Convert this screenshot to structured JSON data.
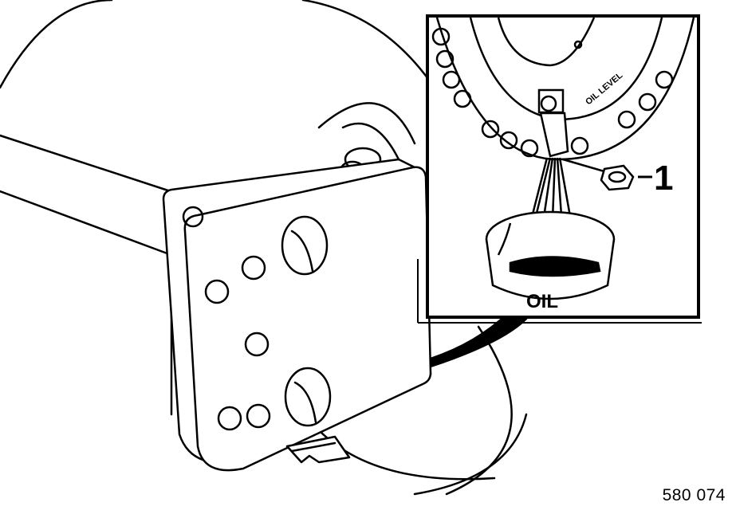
{
  "figure": {
    "reference_number": "580 074"
  },
  "inset": {
    "callout_number": "1",
    "dial_label": "OIL LEVEL",
    "container_label": "OIL"
  }
}
